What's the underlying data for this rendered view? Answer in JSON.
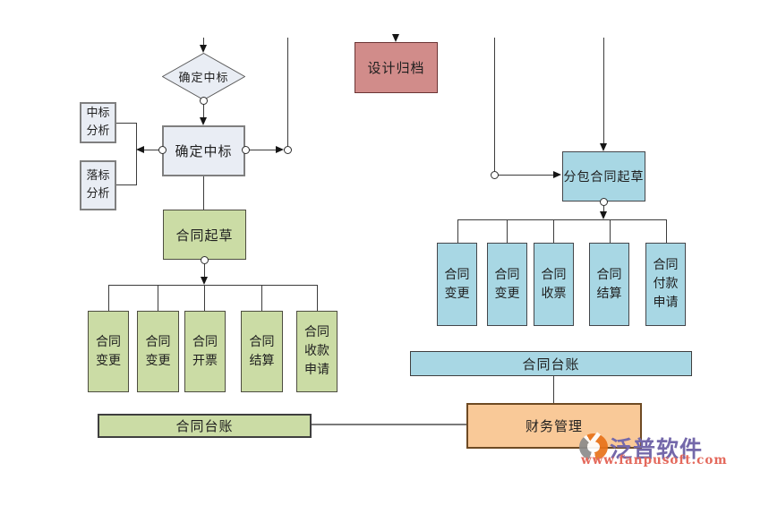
{
  "colors": {
    "green": "#cbdca5",
    "blue": "#a8d7e4",
    "red": "#d18c8a",
    "orange": "#f9c998",
    "light": "#e9edf4",
    "brand_purple": "#7468aa",
    "url_red": "#e4695c",
    "logo_orange": "#e8731a",
    "logo_grey": "#8c8c8c"
  },
  "nodes": {
    "decision": "确定中标",
    "win_analysis": "中标分析",
    "lose_analysis": "落标分析",
    "confirm": "确定中标",
    "contract_draft": "合同起草",
    "design_archive": "设计归档",
    "subcontract_draft": "分包合同起草",
    "finance": "财务管理"
  },
  "left_branch": {
    "items": [
      "合同变更",
      "合同变更",
      "合同开票",
      "合同结算",
      "合同收款申请"
    ],
    "ledger": "合同台账"
  },
  "right_branch": {
    "items": [
      "合同变更",
      "合同变更",
      "合同收票",
      "合同结算",
      "合同付款申请"
    ],
    "ledger": "合同台账"
  },
  "watermark": {
    "brand": "泛普软件",
    "url": "www.fanpusoft.com"
  }
}
